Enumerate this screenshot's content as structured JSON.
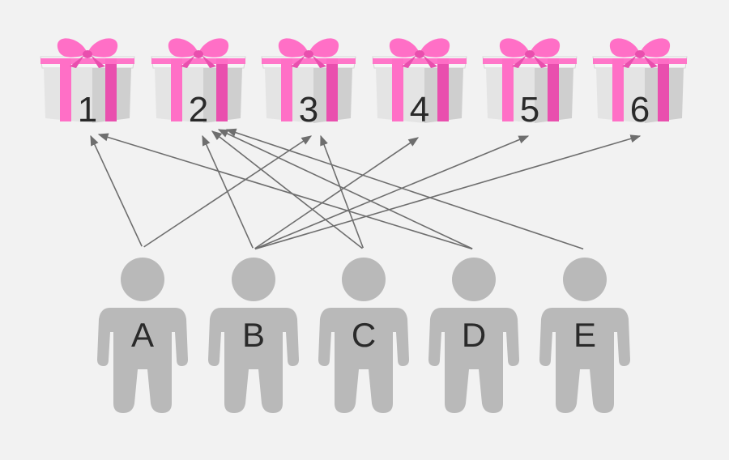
{
  "gifts": [
    {
      "id": "1",
      "label": "1"
    },
    {
      "id": "2",
      "label": "2"
    },
    {
      "id": "3",
      "label": "3"
    },
    {
      "id": "4",
      "label": "4"
    },
    {
      "id": "5",
      "label": "5"
    },
    {
      "id": "6",
      "label": "6"
    }
  ],
  "people": [
    {
      "id": "A",
      "label": "A"
    },
    {
      "id": "B",
      "label": "B"
    },
    {
      "id": "C",
      "label": "C"
    },
    {
      "id": "D",
      "label": "D"
    },
    {
      "id": "E",
      "label": "E"
    }
  ],
  "edges": [
    {
      "from": "A",
      "to": "1"
    },
    {
      "from": "A",
      "to": "3"
    },
    {
      "from": "B",
      "to": "2"
    },
    {
      "from": "B",
      "to": "4"
    },
    {
      "from": "B",
      "to": "5"
    },
    {
      "from": "B",
      "to": "6"
    },
    {
      "from": "C",
      "to": "2"
    },
    {
      "from": "C",
      "to": "3"
    },
    {
      "from": "D",
      "to": "1"
    },
    {
      "from": "D",
      "to": "2"
    },
    {
      "from": "E",
      "to": "2"
    }
  ],
  "colors": {
    "background": "#f2f2f2",
    "box": "#e4e4e4",
    "box_side": "#cfcfcf",
    "box_lid": "#f6f6f6",
    "ribbon": "#ff6fc6",
    "ribbon_dark": "#e94fae",
    "person": "#b9b9b9",
    "arrow": "#6e6e6e",
    "text": "#2a2a2a"
  }
}
